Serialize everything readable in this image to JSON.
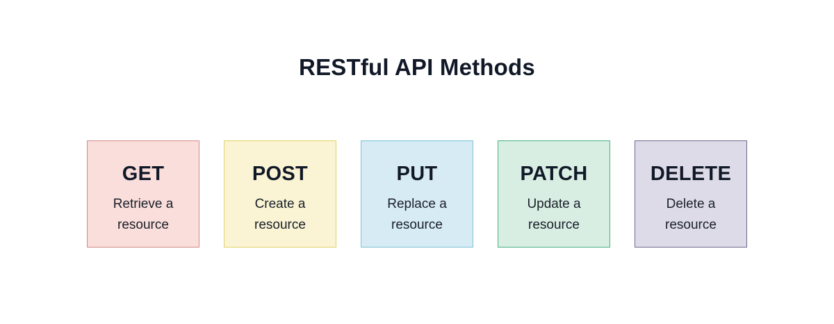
{
  "title": "RESTful API Methods",
  "methods": [
    {
      "name": "GET",
      "description": "Retrieve a resource",
      "bg": "#f9dedb",
      "border": "#d08c87"
    },
    {
      "name": "POST",
      "description": "Create a resource",
      "bg": "#faf4d4",
      "border": "#e2d26c"
    },
    {
      "name": "PUT",
      "description": "Replace a resource",
      "bg": "#d6ebf4",
      "border": "#7cc0d7"
    },
    {
      "name": "PATCH",
      "description": "Update a resource",
      "bg": "#d8eee3",
      "border": "#47b182"
    },
    {
      "name": "DELETE",
      "description": "Delete a resource",
      "bg": "#dddbe8",
      "border": "#6e6a8e"
    }
  ],
  "colors": {
    "background": "#ffffff",
    "text": "#111827"
  }
}
